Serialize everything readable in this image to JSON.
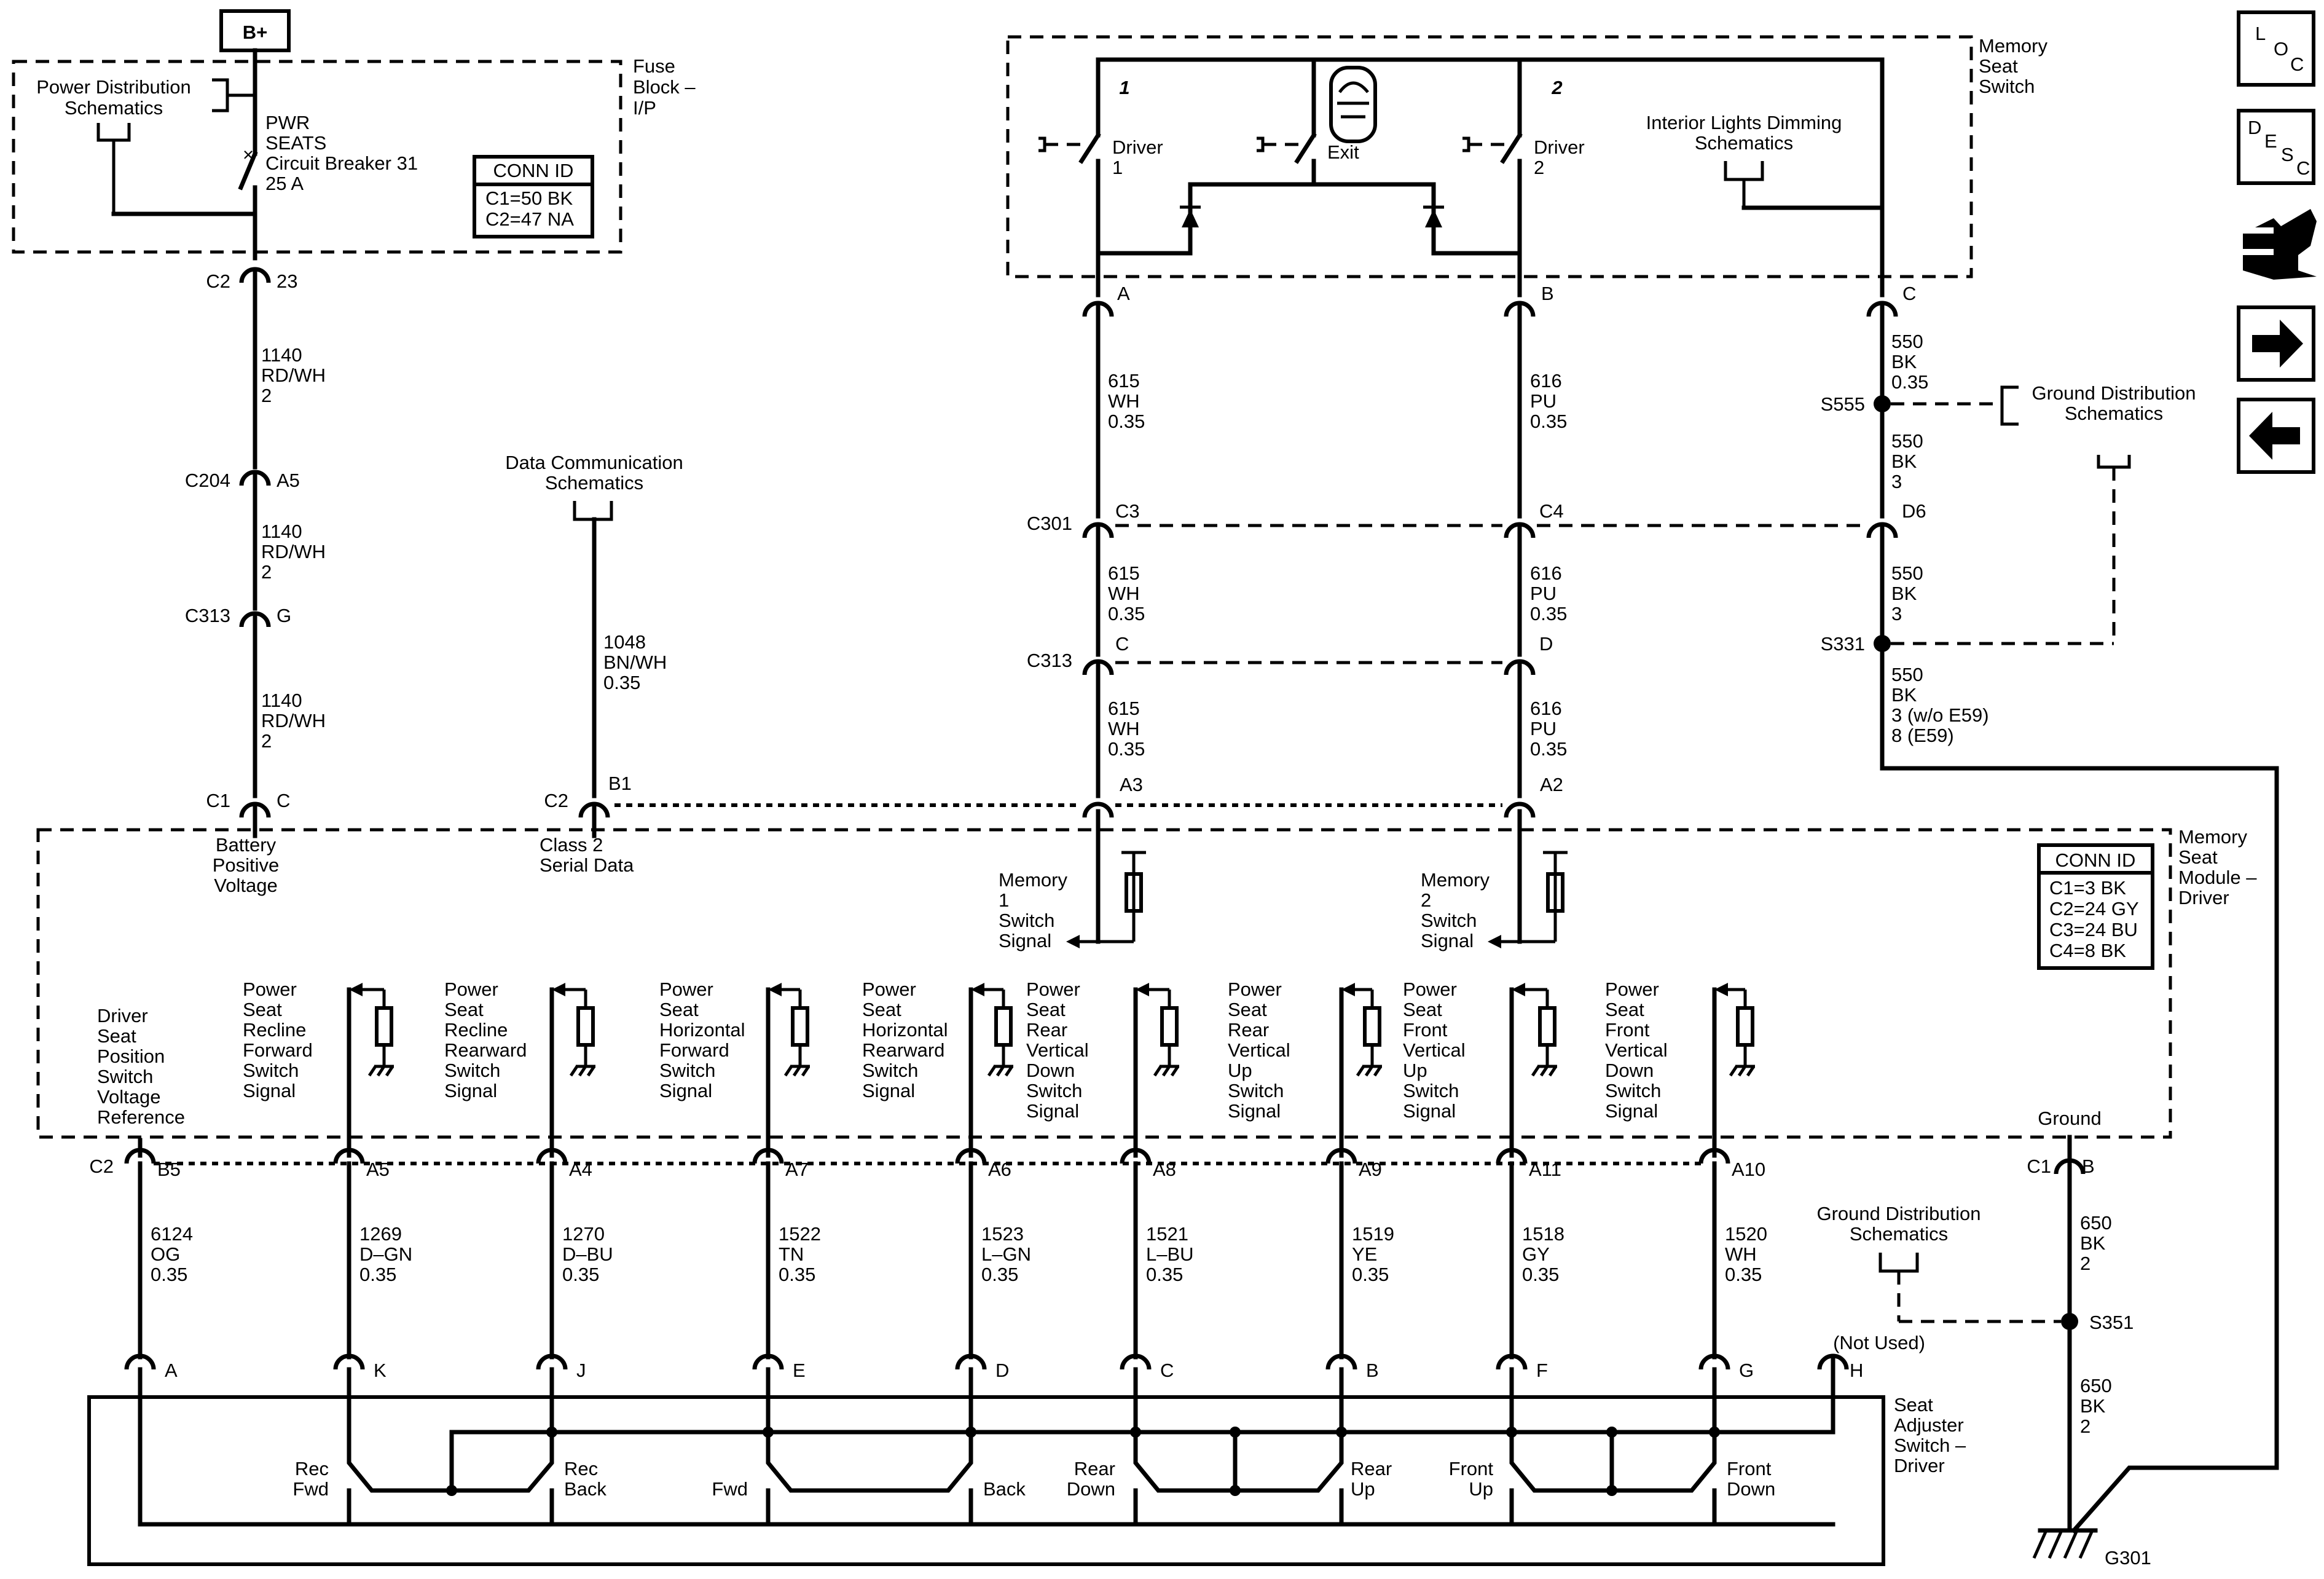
{
  "battery": {
    "label": "B+"
  },
  "fuse_block": {
    "title": [
      "Fuse",
      "Block –",
      "I/P"
    ],
    "power_dist": [
      "Power Distribution",
      "Schematics"
    ],
    "breaker": [
      "PWR",
      "SEATS",
      "Circuit Breaker 31",
      "25 A"
    ],
    "conn_id": {
      "title": "CONN ID",
      "lines": [
        "C1=50 BK",
        "C2=47 NA"
      ]
    }
  },
  "left_connectors": [
    {
      "name": "C2",
      "pin": "23"
    },
    {
      "name": "C204",
      "pin": "A5"
    },
    {
      "name": "C313",
      "pin": "G"
    },
    {
      "name": "C1",
      "pin": "C"
    }
  ],
  "left_wires": [
    [
      "1140",
      "RD/WH",
      "2"
    ],
    [
      "1140",
      "RD/WH",
      "2"
    ],
    [
      "1140",
      "RD/WH",
      "2"
    ]
  ],
  "data_comm": {
    "title": [
      "Data Communication",
      "Schematics"
    ],
    "wire": [
      "1048",
      "BN/WH",
      "0.35"
    ],
    "conn": {
      "name": "C2",
      "pin": "B1"
    },
    "module_label": [
      "Class 2",
      "Serial Data"
    ]
  },
  "battery_positive": [
    "Battery",
    "Positive",
    "Voltage"
  ],
  "memory_switch": {
    "title": [
      "Memory",
      "Seat",
      "Switch"
    ],
    "driver1": [
      "Driver",
      "1"
    ],
    "driver1_num": "1",
    "exit": "Exit",
    "driver2": [
      "Driver",
      "2"
    ],
    "driver2_num": "2",
    "interior": [
      "Interior Lights Dimming",
      "Schematics"
    ],
    "pins": [
      "A",
      "B",
      "C"
    ]
  },
  "ground_dist_top": [
    "Ground Distribution",
    "Schematics"
  ],
  "splices": {
    "s555": "S555",
    "s331": "S331",
    "s351": "S351"
  },
  "wire_615": [
    [
      "615",
      "WH",
      "0.35"
    ],
    [
      "615",
      "WH",
      "0.35"
    ],
    [
      "615",
      "WH",
      "0.35"
    ]
  ],
  "wire_616": [
    [
      "616",
      "PU",
      "0.35"
    ],
    [
      "616",
      "PU",
      "0.35"
    ],
    [
      "616",
      "PU",
      "0.35"
    ]
  ],
  "wire_550": [
    [
      "550",
      "BK",
      "0.35"
    ],
    [
      "550",
      "BK",
      "3"
    ],
    [
      "550",
      "BK",
      "3"
    ],
    [
      "550",
      "BK",
      "3 (w/o E59)",
      "8 (E59)"
    ]
  ],
  "mid_connectors": {
    "c301": "C301",
    "c301_a": "C3",
    "c301_b": "C4",
    "c301_c": "D6",
    "c313": "C313",
    "c313_a": "C",
    "c313_b": "D",
    "module_a": "A3",
    "module_b": "A2"
  },
  "module": {
    "title": [
      "Memory",
      "Seat",
      "Module –",
      "Driver"
    ],
    "conn_id": {
      "title": "CONN ID",
      "lines": [
        "C1=3 BK",
        "C2=24 GY",
        "C3=24 BU",
        "C4=8 BK"
      ]
    },
    "mem1": [
      "Memory",
      "1",
      "Switch",
      "Signal"
    ],
    "mem2": [
      "Memory",
      "2",
      "Switch",
      "Signal"
    ],
    "ground": "Ground"
  },
  "signals": [
    {
      "label": [
        "Driver",
        "Seat",
        "Position",
        "Switch",
        "Voltage",
        "Reference"
      ],
      "pin": "B5",
      "wire": [
        "6124",
        "OG",
        "0.35"
      ],
      "seat_pin": "A"
    },
    {
      "label": [
        "Power",
        "Seat",
        "Recline",
        "Forward",
        "Switch",
        "Signal"
      ],
      "pin": "A5",
      "wire": [
        "1269",
        "D–GN",
        "0.35"
      ],
      "seat_pin": "K"
    },
    {
      "label": [
        "Power",
        "Seat",
        "Recline",
        "Rearward",
        "Switch",
        "Signal"
      ],
      "pin": "A4",
      "wire": [
        "1270",
        "D–BU",
        "0.35"
      ],
      "seat_pin": "J"
    },
    {
      "label": [
        "Power",
        "Seat",
        "Horizontal",
        "Forward",
        "Switch",
        "Signal"
      ],
      "pin": "A7",
      "wire": [
        "1522",
        "TN",
        "0.35"
      ],
      "seat_pin": "E"
    },
    {
      "label": [
        "Power",
        "Seat",
        "Horizontal",
        "Rearward",
        "Switch",
        "Signal"
      ],
      "pin": "A6",
      "wire": [
        "1523",
        "L–GN",
        "0.35"
      ],
      "seat_pin": "D"
    },
    {
      "label": [
        "Power",
        "Seat",
        "Rear",
        "Vertical",
        "Down",
        "Switch",
        "Signal"
      ],
      "pin": "A8",
      "wire": [
        "1521",
        "L–BU",
        "0.35"
      ],
      "seat_pin": "C"
    },
    {
      "label": [
        "Power",
        "Seat",
        "Rear",
        "Vertical",
        "Up",
        "Switch",
        "Signal"
      ],
      "pin": "A9",
      "wire": [
        "1519",
        "YE",
        "0.35"
      ],
      "seat_pin": "B"
    },
    {
      "label": [
        "Power",
        "Seat",
        "Front",
        "Vertical",
        "Up",
        "Switch",
        "Signal"
      ],
      "pin": "A11",
      "wire": [
        "1518",
        "GY",
        "0.35"
      ],
      "seat_pin": "F"
    },
    {
      "label": [
        "Power",
        "Seat",
        "Front",
        "Vertical",
        "Down",
        "Switch",
        "Signal"
      ],
      "pin": "A10",
      "wire": [
        "1520",
        "WH",
        "0.35"
      ],
      "seat_pin": "G"
    }
  ],
  "bottom_connector": {
    "name": "C2"
  },
  "ground_conn": {
    "name": "C1",
    "pin": "B"
  },
  "ground_dist_bottom": [
    "Ground Distribution",
    "Schematics"
  ],
  "wire_650": [
    [
      "650",
      "BK",
      "2"
    ],
    [
      "650",
      "BK",
      "2"
    ]
  ],
  "seat_adjuster": {
    "title": [
      "Seat",
      "Adjuster",
      "Switch –",
      "Driver"
    ],
    "not_used": "(Not Used)",
    "pin_h": "H",
    "switches": [
      [
        "Rec",
        "Fwd"
      ],
      [
        "Rec",
        "Back"
      ],
      [
        "Fwd"
      ],
      [
        "Back"
      ],
      [
        "Rear",
        "Down"
      ],
      [
        "Rear",
        "Up"
      ],
      [
        "Front",
        "Up"
      ],
      [
        "Front",
        "Down"
      ]
    ]
  },
  "ground_point": "G301",
  "nav_icons": {
    "loc": [
      "L",
      "O",
      "C"
    ],
    "desc": [
      "D",
      "E",
      "S",
      "C"
    ],
    "items": [
      "loc-icon",
      "desc-icon",
      "connector-icon",
      "arrow-right-icon",
      "arrow-left-icon"
    ]
  }
}
